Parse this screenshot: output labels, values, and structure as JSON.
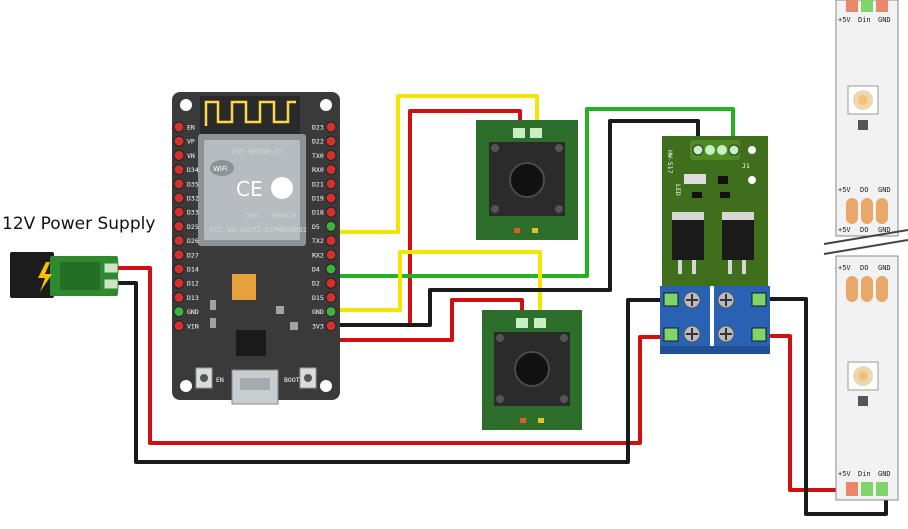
{
  "power_supply": {
    "label": "12V Power Supply"
  },
  "esp32": {
    "module_name": "ESP-WROOM-32",
    "wifi_label": "WiFi",
    "ce_mark": "CE",
    "fcc_id": "FCC ID:2AC7Z-ESPWROOM32",
    "cert": "205 - 000519",
    "en_button": "EN",
    "boot_button": "BOOT",
    "left_pins": [
      "EN",
      "VP",
      "VN",
      "D34",
      "D35",
      "D32",
      "D33",
      "D25",
      "D26",
      "D27",
      "D14",
      "D12",
      "D13",
      "GND",
      "VIN"
    ],
    "right_pins": [
      "D23",
      "D22",
      "TX0",
      "RX0",
      "D21",
      "D19",
      "D18",
      "D5",
      "TX2",
      "RX2",
      "D4",
      "D2",
      "D15",
      "GND",
      "3V3"
    ]
  },
  "mosfet_module": {
    "model": "HW-517",
    "label_led": "LED",
    "label_j1": "J1"
  },
  "led_strip": {
    "top_labels": [
      "+5V",
      "Din",
      "GND"
    ],
    "mid_labels_a": [
      "+5V",
      "DO",
      "GND"
    ],
    "mid_labels_b": [
      "+5V",
      "DO",
      "GND"
    ],
    "mid_labels_c": [
      "+5V",
      "DO",
      "GND"
    ],
    "bottom_labels": [
      "+5V",
      "Din",
      "GND"
    ]
  },
  "colors": {
    "wire_red": "#d01010",
    "wire_black": "#1a1a1a",
    "wire_yellow": "#f2e600",
    "wire_green": "#22b322",
    "board_dark": "#3a3a3a",
    "pcb_green": "#2d6e2a",
    "module_green": "#3f6e1c",
    "terminal_blue": "#2a62b3"
  }
}
